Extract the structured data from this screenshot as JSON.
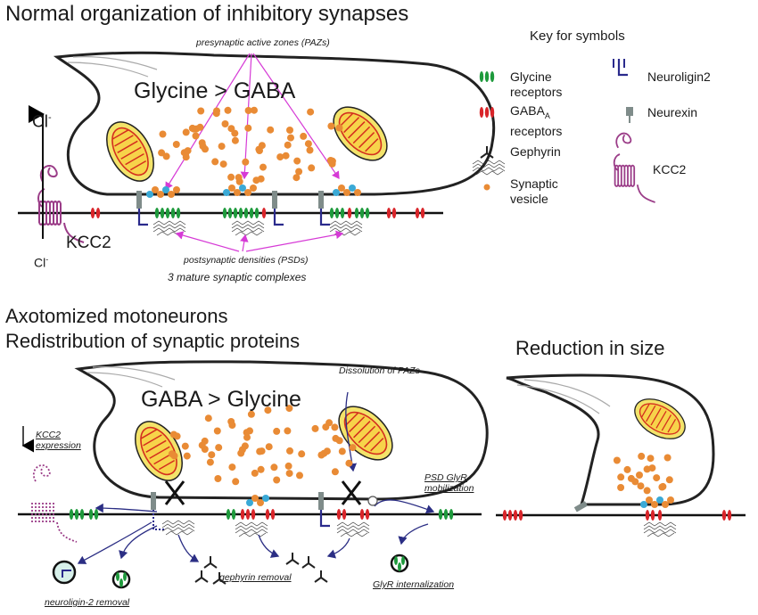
{
  "top": {
    "title": "Normal organization of inhibitory synapses",
    "ratio": "Glycine > GABA",
    "paz_label": "presynaptic active zones (PAZs)",
    "psd_label": "postsynaptic densities (PSDs)",
    "complex_label": "3 mature synaptic complexes",
    "cl_top": "Cl",
    "cl_top_sup": "-",
    "cl_bottom": "Cl",
    "cl_bottom_sup": "-",
    "kcc2_label": "KCC2"
  },
  "key": {
    "title": "Key for symbols",
    "glycine": "Glycine\nreceptors",
    "gaba": "GABA",
    "gaba_sub": "A",
    "gaba_rest": "receptors",
    "gephyrin": "Gephyrin",
    "vesicle": "Synaptic\nvesicle",
    "neuroligin": "Neuroligin2",
    "neurexin": "Neurexin",
    "kcc2": "KCC2"
  },
  "bottom": {
    "title_line1": "Axotomized motoneurons",
    "title_line2": "Redistribution of synaptic proteins",
    "ratio": "GABA > Glycine",
    "dissolution": "Dissolution of PAZs",
    "kcc2_expr_1": "KCC2",
    "kcc2_expr_2": "expression",
    "psd_mob_1": "PSD GlyR",
    "psd_mob_2": "mobilization",
    "neuroligin_removal": "neuroligin-2 removal",
    "gephyrin_removal": "gephyrin removal",
    "glyr_internalization": "GlyR internalization"
  },
  "right": {
    "title": "Reduction in size"
  },
  "colors": {
    "glycine": "#1e9a3c",
    "gaba": "#d9252a",
    "vesicle": "#e98b35",
    "kcc2": "#9b3d88",
    "neuroligin": "#2a2a8c",
    "neurexin": "#7f8c8a",
    "arrow_magenta": "#d63ad6",
    "arrow_navy": "#2b2e84",
    "mito_fill": "#f3e36a",
    "mito_stroke": "#d42e1e"
  }
}
